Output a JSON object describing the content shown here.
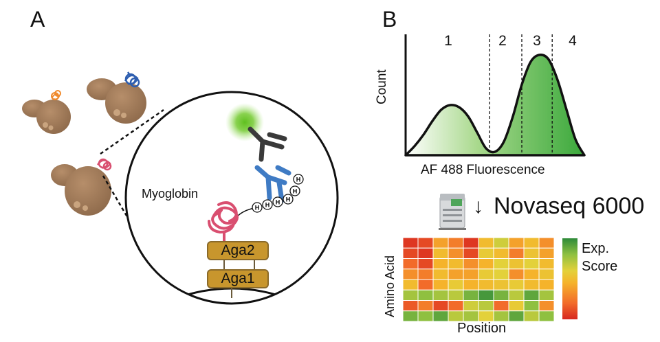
{
  "panel_a": {
    "letter": "A",
    "myoglobin_label": "Myoglobin",
    "aga2_label": "Aga2",
    "aga1_label": "Aga1",
    "his_tag_letter": "H",
    "colors": {
      "yeast": "#a57f5c",
      "myoglobin": "#d94f70",
      "primary_antibody": "#3f7bc4",
      "secondary_antibody": "#3a3a3a",
      "fluorophore": "#6cc526",
      "aga_box": "#c8962d"
    }
  },
  "panel_b": {
    "letter": "B",
    "ylabel": "Count",
    "xlabel": "AF 488 Fluorescence",
    "gate_labels": [
      "1",
      "2",
      "3",
      "4"
    ],
    "sequencer_icon": "sequencer-icon",
    "sequencer_label": "Novaseq 6000",
    "heatmap_ylabel": "Amino Acid",
    "heatmap_xlabel": "Position",
    "colorbar_label_line1": "Exp.",
    "colorbar_label_line2": "Score"
  },
  "chart_data": [
    {
      "type": "area",
      "title": "",
      "xlabel": "AF 488 Fluorescence",
      "ylabel": "Count",
      "regions": [
        "1",
        "2",
        "3",
        "4"
      ],
      "x": [
        0,
        5,
        10,
        15,
        20,
        25,
        30,
        35,
        40,
        45,
        50,
        55,
        60,
        65,
        70,
        75,
        80,
        85,
        90,
        95,
        100
      ],
      "y": [
        0,
        8,
        18,
        30,
        40,
        44,
        42,
        34,
        20,
        6,
        3,
        12,
        34,
        62,
        82,
        88,
        84,
        66,
        40,
        14,
        0
      ],
      "gates": [
        47,
        65,
        82
      ],
      "xlim": [
        0,
        100
      ],
      "ylim": [
        0,
        100
      ],
      "grid": false
    },
    {
      "type": "heatmap",
      "xlabel": "Position",
      "ylabel": "Amino Acid",
      "colorbar": "Exp. Score",
      "colormap": [
        "#d7261e",
        "#f26b2a",
        "#f5b32b",
        "#e3d13a",
        "#8fc040",
        "#2e8b3a"
      ],
      "values": [
        [
          0.05,
          0.1,
          0.35,
          0.25,
          0.05,
          0.45,
          0.65,
          0.35,
          0.45,
          0.3
        ],
        [
          0.1,
          0.05,
          0.45,
          0.3,
          0.1,
          0.55,
          0.45,
          0.25,
          0.5,
          0.35
        ],
        [
          0.2,
          0.1,
          0.4,
          0.45,
          0.3,
          0.4,
          0.6,
          0.5,
          0.6,
          0.45
        ],
        [
          0.3,
          0.25,
          0.45,
          0.35,
          0.35,
          0.55,
          0.6,
          0.3,
          0.4,
          0.5
        ],
        [
          0.45,
          0.2,
          0.4,
          0.55,
          0.4,
          0.45,
          0.5,
          0.55,
          0.45,
          0.4
        ],
        [
          0.75,
          0.8,
          0.75,
          0.7,
          0.85,
          0.95,
          0.85,
          0.7,
          0.9,
          0.75
        ],
        [
          0.15,
          0.25,
          0.1,
          0.2,
          0.65,
          0.7,
          0.2,
          0.55,
          0.8,
          0.3
        ],
        [
          0.85,
          0.8,
          0.9,
          0.7,
          0.75,
          0.6,
          0.75,
          0.9,
          0.7,
          0.8
        ]
      ]
    }
  ]
}
